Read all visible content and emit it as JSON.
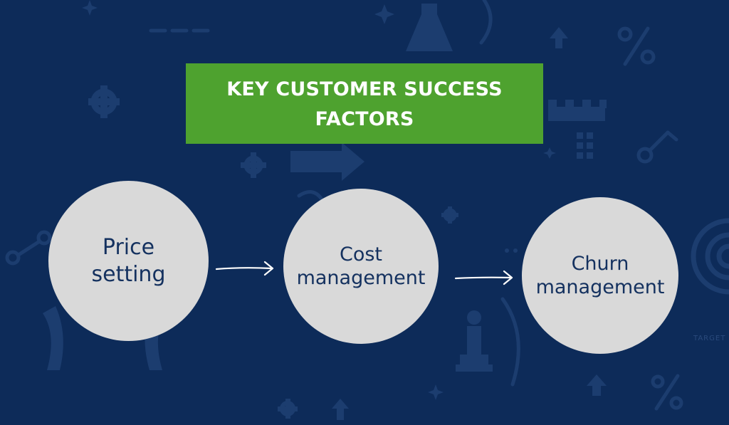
{
  "title": {
    "line1": "KEY CUSTOMER SUCCESS",
    "line2": "FACTORS"
  },
  "nodes": [
    {
      "line1": "Price",
      "line2": "setting"
    },
    {
      "line1": "Cost",
      "line2": "management"
    },
    {
      "line1": "Churn",
      "line2": "management"
    }
  ],
  "background_labels": {
    "target": "TARGET"
  },
  "colors": {
    "background": "#0d2b59",
    "title_box": "#4ea22f",
    "node_fill": "#d9d9d9",
    "node_text": "#14315f",
    "arrow": "#ffffff"
  },
  "icons": [
    "dash-line-icon",
    "sparkle-icon",
    "flask-icon",
    "arrow-up-icon",
    "percent-icon",
    "gear-icon",
    "crown-icon",
    "grid-icon",
    "key-icon",
    "arrow-right-icon",
    "node-graph-icon",
    "bulb-icon",
    "chess-piece-icon",
    "target-icon",
    "swoosh-icon"
  ]
}
